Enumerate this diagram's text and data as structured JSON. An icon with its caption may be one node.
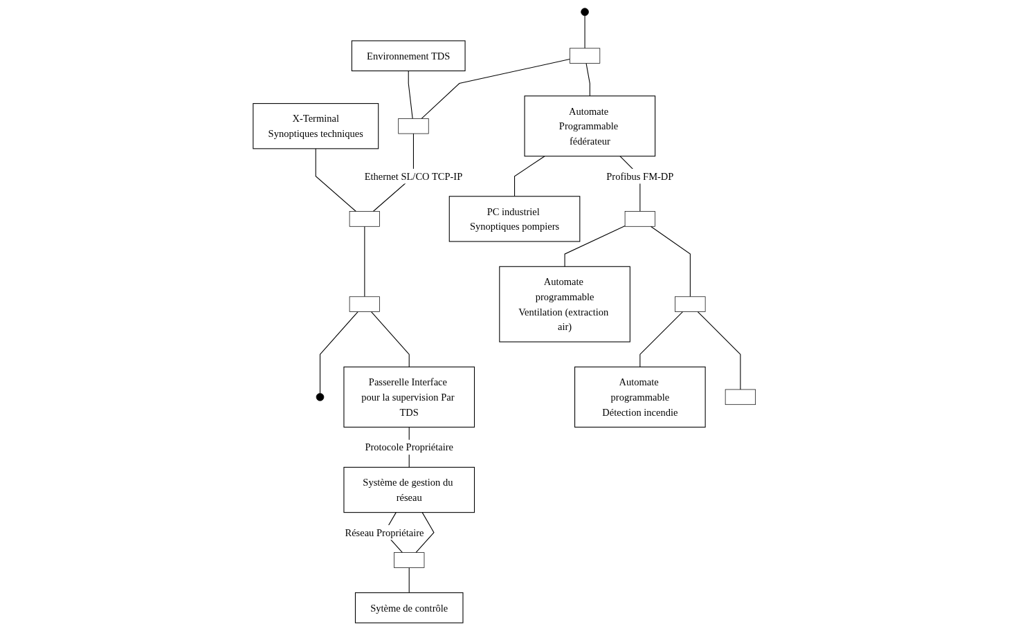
{
  "diagram": {
    "nodes": [
      {
        "text": [
          "Environnement TDS"
        ]
      },
      {
        "text": [
          "X-Terminal",
          "Synoptiques techniques"
        ]
      },
      {
        "text": [],
        "shape": "circle"
      },
      {
        "text": [],
        "shape": "box"
      },
      {
        "text": [],
        "shape": "box"
      },
      {
        "text": [],
        "shape": "box"
      },
      {
        "text": [],
        "shape": "box"
      },
      {
        "text": [],
        "shape": "circle"
      },
      {
        "text": [
          "Automate Programmable fédérateur"
        ]
      },
      {
        "text": [
          "Passerelle Interface pour la supervision Par TDS"
        ]
      },
      {
        "text": [
          "PC industriel Synoptiques pompiers"
        ]
      },
      {
        "text": [],
        "shape": "box"
      },
      {
        "text": [
          "Automate programmable",
          "Ventilation (extraction air)"
        ]
      },
      {
        "text": [],
        "shape": "box"
      },
      {
        "text": [
          "Automate programmable",
          "Détection incendie"
        ]
      },
      {
        "text": [],
        "shape": "box"
      },
      {
        "text": [
          "Système de gestion du réseau"
        ]
      },
      {
        "text": [],
        "shape": "box"
      },
      {
        "text": [
          "Sytème de contrôle"
        ]
      }
    ],
    "edges": [
      {
        "from": 2,
        "to": 3,
        "arrow": "none"
      },
      {
        "from": 3,
        "to": 4,
        "arrow": "none"
      },
      {
        "from": 4,
        "to": 5,
        "arrow": "none",
        "label": "Ethernet SL/CO TCP-IP"
      },
      {
        "from": 5,
        "to": 6,
        "arrow": "none"
      },
      {
        "from": 6,
        "to": 7,
        "arrow": "none"
      },
      {
        "from": 0,
        "to": 4,
        "arrow": "none"
      },
      {
        "from": 1,
        "to": 5,
        "arrow": "none"
      },
      {
        "from": 3,
        "to": 8,
        "arrow": "none"
      },
      {
        "from": 6,
        "to": 9,
        "arrow": "none"
      },
      {
        "from": 8,
        "to": 10,
        "arrow": "none"
      },
      {
        "from": 8,
        "to": 11,
        "arrow": "none",
        "label": "Profibus FM-DP"
      },
      {
        "from": 11,
        "to": 12,
        "arrow": "none"
      },
      {
        "from": 11,
        "to": 13,
        "arrow": "none"
      },
      {
        "from": 13,
        "to": 14,
        "arrow": "none"
      },
      {
        "from": 13,
        "to": 15,
        "arrow": "none"
      },
      {
        "from": 9,
        "to": 16,
        "arrow": "none",
        "label": "Protocole Propriétaire"
      },
      {
        "from": 16,
        "to": 17,
        "arrow": "none",
        "label": "Réseau Propriétaire"
      },
      {
        "from": 16,
        "to": 17,
        "arrow": "none"
      },
      {
        "from": 17,
        "to": 18,
        "arrow": "none"
      }
    ]
  }
}
